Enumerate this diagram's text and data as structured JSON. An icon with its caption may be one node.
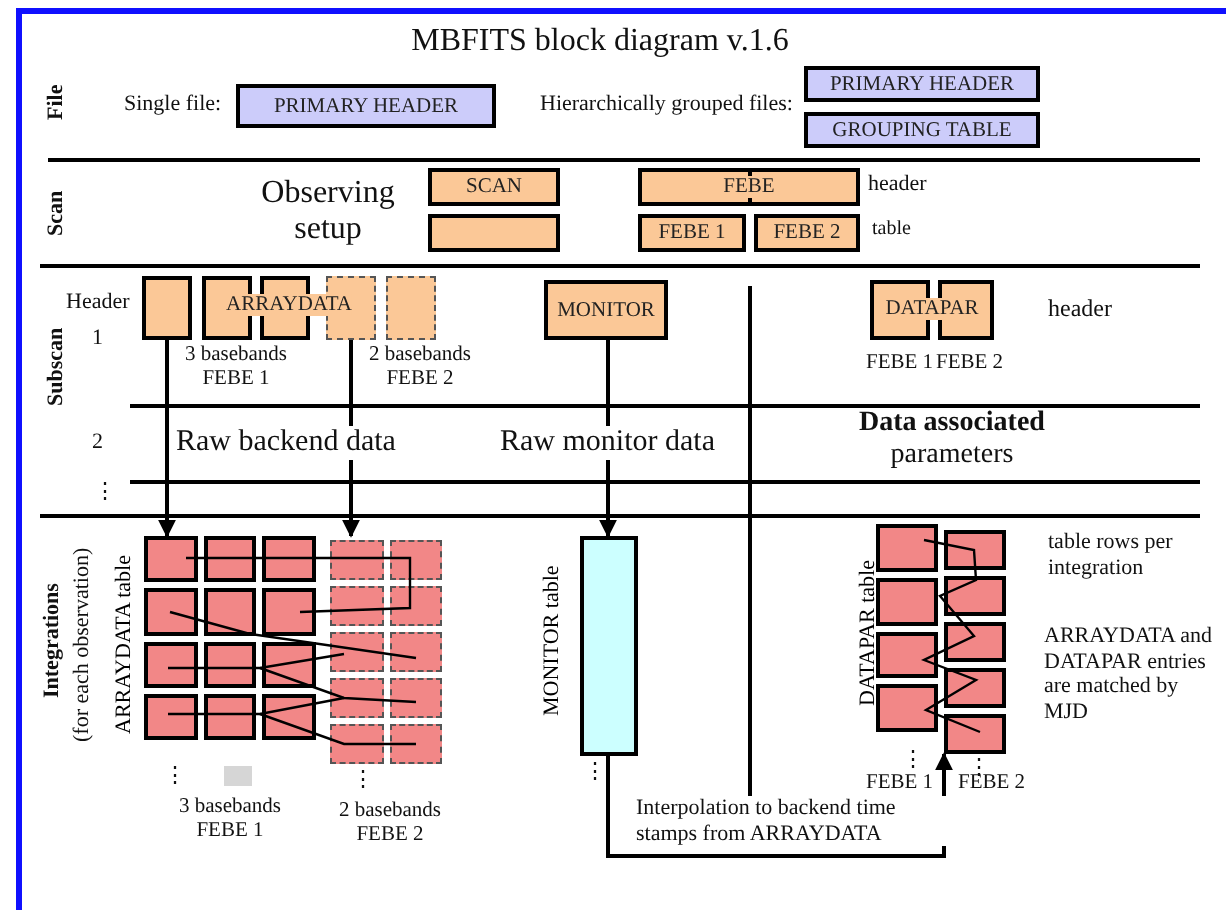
{
  "diagram": {
    "title": "MBFITS block diagram v.1.6",
    "nodes": [
      {
        "text": [
          "PRIMARY HEADER"
        ]
      },
      {
        "text": [
          "PRIMARY HEADER"
        ]
      },
      {
        "text": [
          "GROUPING TABLE"
        ]
      },
      {
        "text": [
          "SCAN"
        ]
      },
      {
        "text": [],
        "shape": "box"
      },
      {
        "text": [
          "FEBE"
        ]
      },
      {
        "text": [
          "FEBE 1"
        ]
      },
      {
        "text": [
          "FEBE 2"
        ]
      },
      {
        "text": [
          "ARRAYDATA"
        ]
      },
      {
        "text": [
          "MONITOR"
        ]
      },
      {
        "text": [
          "DATAPAR"
        ]
      },
      {
        "text": [
          "ARRAYDATA table"
        ]
      },
      {
        "text": [
          "MONITOR table"
        ]
      },
      {
        "text": [
          "DATAPAR table"
        ],
        "beside": [
          "FEBE 1",
          "FEBE 2"
        ]
      }
    ],
    "edges": [
      {
        "from": 8,
        "to": 11,
        "arrow": "to"
      },
      {
        "from": 8,
        "to": 11,
        "arrow": "to"
      },
      {
        "from": 9,
        "to": 12,
        "arrow": "to"
      },
      {
        "from": 12,
        "to": 13,
        "arrow": "to",
        "label": "Interpolation to backend time stamps from ARRAYDATA"
      }
    ],
    "labels": [
      "File",
      "Single file:",
      "Hierarchically grouped files:",
      "Scan",
      "Observing setup",
      "header",
      "table",
      "Subscan",
      "Header",
      "1",
      "3 basebands FEBE 1",
      "2 basebands FEBE 2",
      "FEBE 1",
      "FEBE 2",
      "header",
      "2",
      "Raw backend data",
      "Raw monitor data",
      "**Data associated** parameters",
      "⋮",
      "Integrations",
      "(for each observation)",
      "table rows per integration",
      "⋮",
      "⋮",
      "⋮",
      "⋮",
      "⋮",
      "3 basebands FEBE 1",
      "2 basebands FEBE 2",
      "ARRAYDATA and DATAPAR entries are matched by MJD"
    ]
  }
}
